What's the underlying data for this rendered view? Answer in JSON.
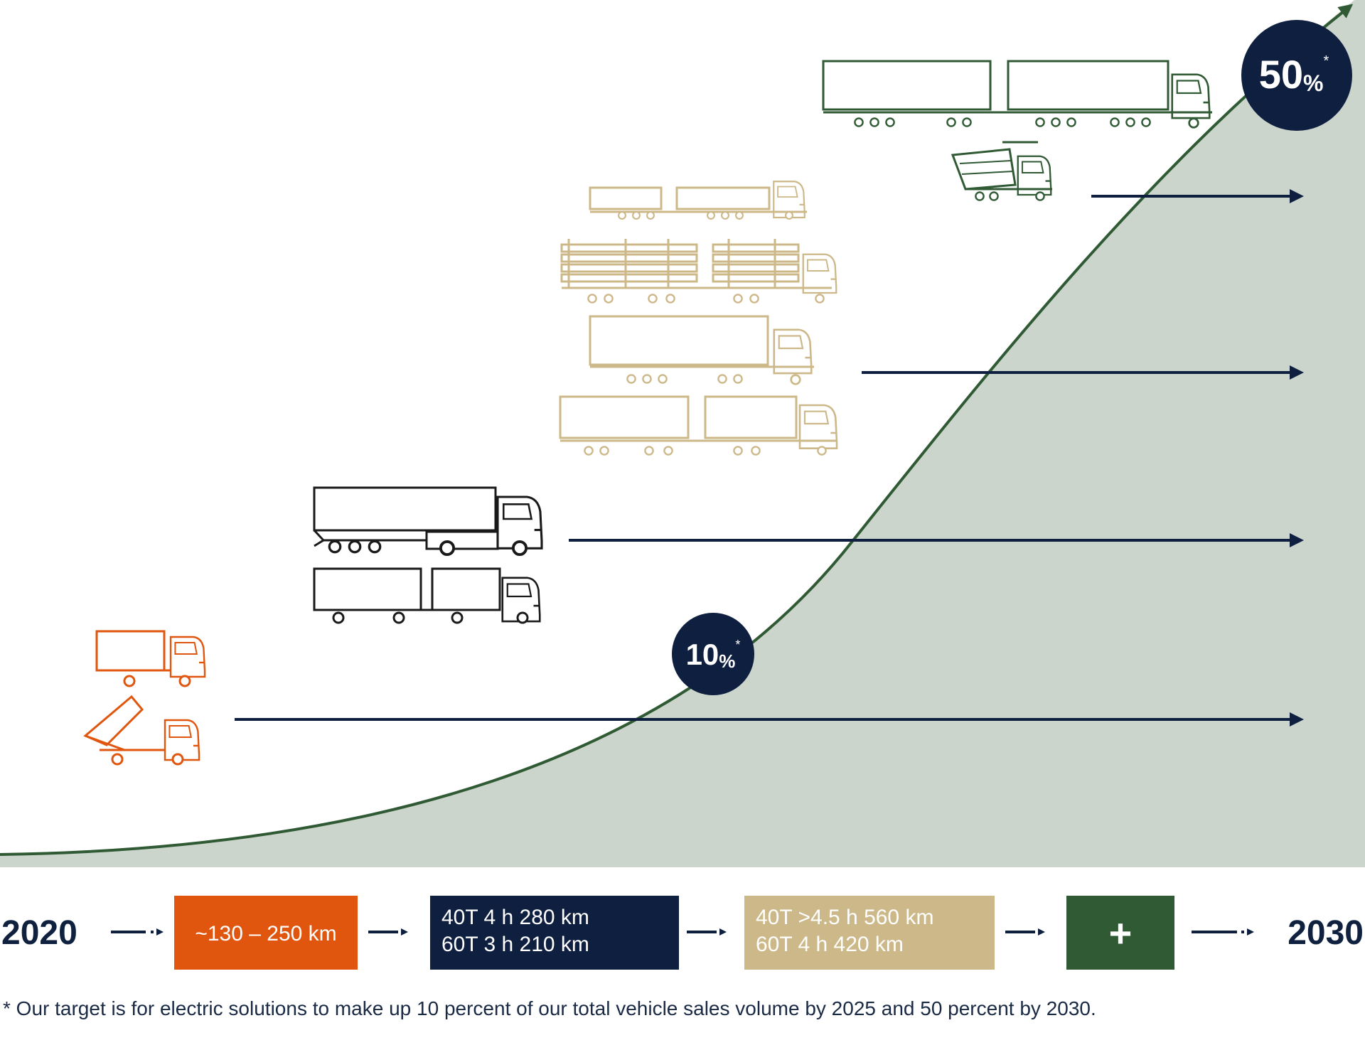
{
  "colors": {
    "navy": "#0f1f3f",
    "green": "#2f5a34",
    "area": "#cbd5cc",
    "orange": "#e0560f",
    "tan": "#cdb88a",
    "black": "#1a1a1a"
  },
  "milestones": {
    "m1": {
      "value": "10",
      "unit": "%",
      "mark": "*"
    },
    "m2": {
      "value": "50",
      "unit": "%",
      "mark": "*"
    }
  },
  "timeline": {
    "start_year": "2020",
    "end_year": "2030",
    "boxes": [
      {
        "lines": [
          "~130 – 250 km"
        ],
        "color": "#e0560f",
        "text_color": "#ffffff"
      },
      {
        "lines": [
          "40T 4 h 280 km",
          "60T 3 h 210 km"
        ],
        "color": "#0f1f3f",
        "text_color": "#ffffff"
      },
      {
        "lines": [
          "40T >4.5 h 560 km",
          "60T 4 h 420 km"
        ],
        "color": "#cdb88a",
        "text_color": "#ffffff"
      },
      {
        "lines": [
          "+"
        ],
        "color": "#2f5a34",
        "text_color": "#ffffff"
      }
    ]
  },
  "vehicle_groups": [
    {
      "name": "orange-trucks",
      "icon": "rigid-truck-and-tipper",
      "color": "#e0560f"
    },
    {
      "name": "black-trucks",
      "icon": "tractor-semitrailer-and-rigid-with-trailer",
      "color": "#1a1a1a"
    },
    {
      "name": "tan-trucks",
      "icon": "long-combinations-and-timber-trucks",
      "color": "#cdb88a"
    },
    {
      "name": "green-trucks",
      "icon": "double-trailer-and-tipper",
      "color": "#2f5a34"
    }
  ],
  "footnote": "* Our target is for electric solutions to make up 10 percent of our total vehicle sales volume by 2025 and 50 percent by 2030."
}
